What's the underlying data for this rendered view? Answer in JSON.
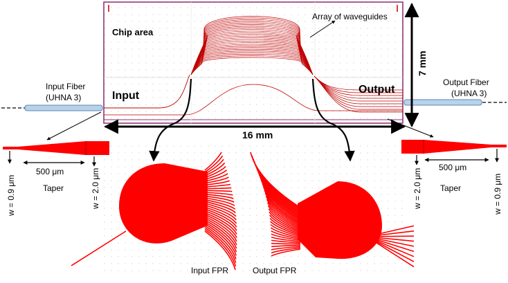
{
  "labels": {
    "chip_area": "Chip area",
    "array_of_waveguides": "Array of waveguides",
    "input": "Input",
    "output": "Output",
    "input_fiber_line1": "Input Fiber",
    "input_fiber_line2": "(UHNA 3)",
    "output_fiber_line1": "Output Fiber",
    "output_fiber_line2": "(UHNA 3)",
    "width_dim": "16 mm",
    "height_dim": "7 mm",
    "taper_left": "Taper",
    "taper_right": "Taper",
    "taper_length_left": "500 μm",
    "taper_length_right": "500 μm",
    "w_narrow_left": "w = 0.9 μm",
    "w_wide_left": "w = 2.0 μm",
    "w_wide_right": "w = 2.0 μm",
    "w_narrow_right": "w = 0.9 μm",
    "input_fpr": "Input FPR",
    "output_fpr": "Output FPR"
  },
  "colors": {
    "waveguide": "#c00000",
    "fpr_fill": "#ff0000",
    "chip_border": "#8a2b6b",
    "fiber_fill": "#b7d3ea",
    "fiber_stroke": "#5f86b3"
  }
}
